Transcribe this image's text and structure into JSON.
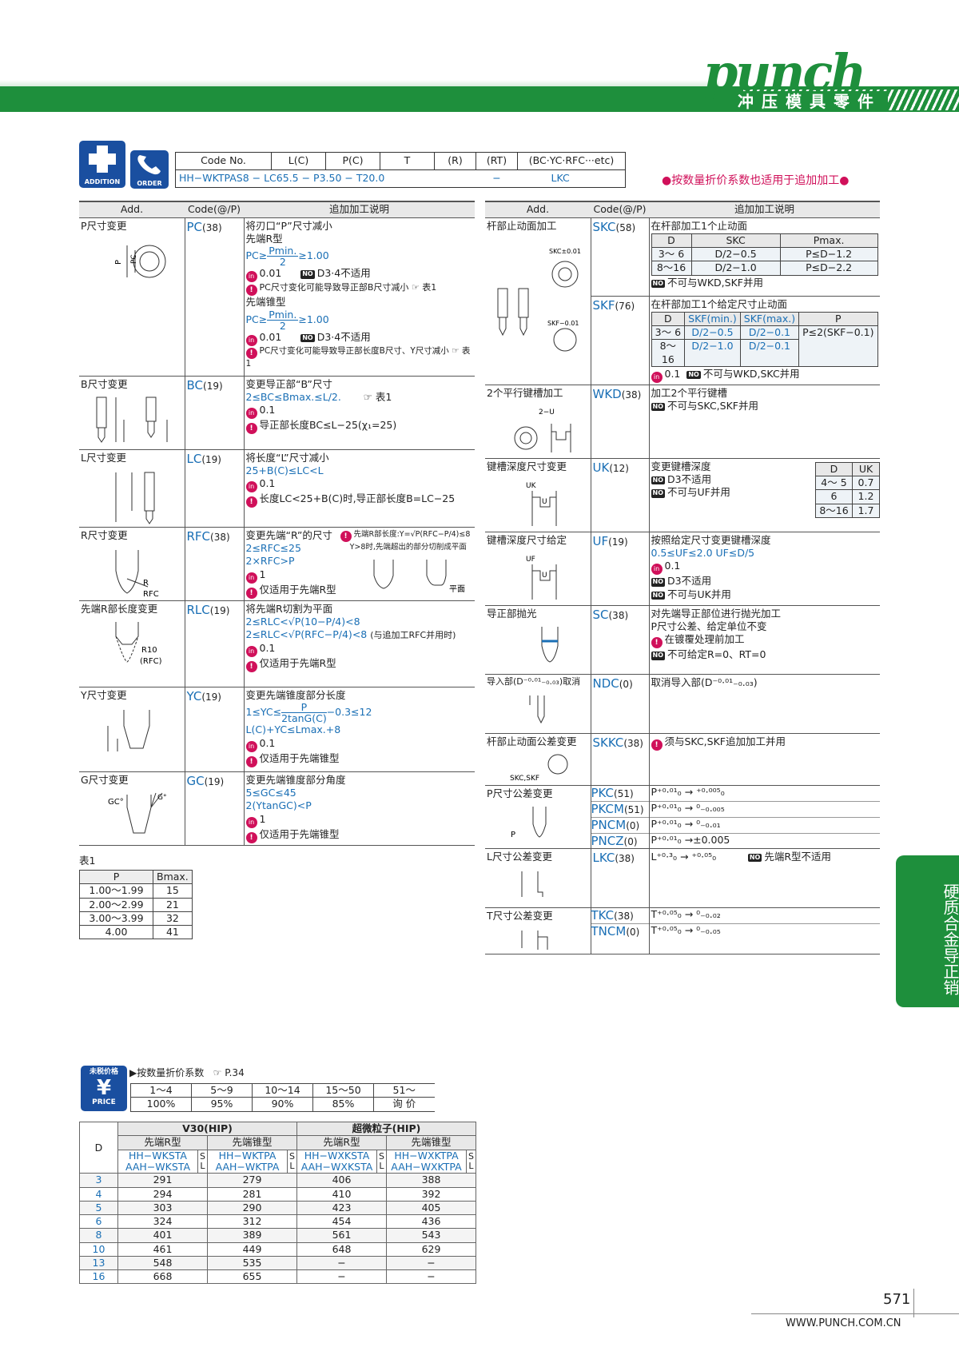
{
  "header": {
    "logo": "punch",
    "subtitle": "冲压模具零件"
  },
  "icons": {
    "addition": "ADDITION",
    "order": "ORDER"
  },
  "code_table": {
    "labels": [
      "Code No.",
      "L(C)",
      "P(C)",
      "T",
      "(R)",
      "(RT)",
      "(BC·YC·RFC···etc)"
    ],
    "example": [
      "HH−WKTPAS8 − LC65.5 −  P3.50 −  T20.0",
      "−",
      "LKC"
    ]
  },
  "note_top": "●按数量折价系数也适用于追加加工●",
  "headers": {
    "add": "Add.",
    "code": "Code(@/P)",
    "desc": "追加加工说明"
  },
  "left_rows": [
    {
      "add": "P尺寸变更",
      "code": "PC",
      "num": "(38)"
    },
    {
      "add": "B尺寸变更",
      "code": "BC",
      "num": "(19)"
    },
    {
      "add": "L尺寸变更",
      "code": "LC",
      "num": "(19)"
    },
    {
      "add": "R尺寸变更",
      "code": "RFC",
      "num": "(38)"
    },
    {
      "add": "先端R部长度变更",
      "code": "RLC",
      "num": "(19)"
    },
    {
      "add": "Y尺寸变更",
      "code": "YC",
      "num": "(19)"
    },
    {
      "add": "G尺寸变更",
      "code": "GC",
      "num": "(19)"
    }
  ],
  "pc": {
    "l1": "将刃口“P”尺寸减小",
    "l2": "先端R型",
    "f_pre": "PC≥",
    "f_top": "Pmin.",
    "f_bot": "2",
    "f_post": "≥1.00",
    "inc": "0.01",
    "no": "D3·4不适用",
    "w": "PC尺寸变化可能导致导正部B尺寸减小",
    "ref": "表1",
    "l3": "先端锥型",
    "w2": "PC尺寸变化可能导致导正部长度B尺寸、Y尺寸减小"
  },
  "bc": {
    "l1": "变更导正部“B”尺寸",
    "l2": "2≤BC≤Bmax.≤L/2.",
    "ref": "表1",
    "inc": "0.1",
    "w": "导正部长度BC≤L−25(χ₁=25)"
  },
  "lc": {
    "l1": "将长度“L”尺寸减小",
    "l2": "25+B(C)≤LC<L",
    "inc": "0.1",
    "w": "长度LC<25+B(C)时,导正部长度B=LC−25"
  },
  "rfc": {
    "l1": "变更先端“R”的尺寸",
    "note1": "先端R部长度:Y=√P(RFC−P/4)≤8",
    "note2": "Y>8时,先端超出的部分切削成平面",
    "l2": "2≤RFC≤25",
    "l3": "2×RFC>P",
    "inc": "1",
    "w": "仅适用于先端R型",
    "flat": "平面"
  },
  "rlc": {
    "l1": "将先端R切割为平面",
    "l2": "2≤RLC<√P(10−P/4)<8",
    "l3": "2≤RLC<√P(RFC−P/4)<8",
    "l3b": "(与追加工RFC并用时)",
    "inc": "0.1",
    "w": "仅适用于先端R型",
    "d1": "R10",
    "d2": "(RFC)"
  },
  "yc": {
    "l1": "变更先端锥度部分长度",
    "f_pre": "1≤YC≤",
    "f_top": "P",
    "f_bot": "2tanG(C)",
    "f_post": "−0.3≤12",
    "l3": "L(C)+YC≤Lmax.+8",
    "inc": "0.1",
    "w": "仅适用于先端锥型"
  },
  "gc": {
    "l1": "变更先端锥度部分角度",
    "l2": "5≤GC≤45",
    "l3": "2(YtanGC)<P",
    "inc": "1",
    "w": "仅适用于先端锥型"
  },
  "tbl1": {
    "title": "表1",
    "head": [
      "P",
      "Bmax."
    ],
    "rows": [
      [
        "1.00～1.99",
        "15"
      ],
      [
        "2.00～2.99",
        "21"
      ],
      [
        "3.00～3.99",
        "32"
      ],
      [
        "4.00",
        "41"
      ]
    ]
  },
  "right_rows": [
    {
      "add": "杆部止动面加工",
      "code": "SKC",
      "num": "(58)"
    },
    {
      "code": "SKF",
      "num": "(76)"
    },
    {
      "add": "2个平行键槽加工",
      "code": "WKD",
      "num": "(38)"
    },
    {
      "add": "键槽深度尺寸变更",
      "code": "UK",
      "num": "(12)"
    },
    {
      "add": "键槽深度尺寸给定",
      "code": "UF",
      "num": "(19)"
    },
    {
      "add": "导正部抛光",
      "code": "SC",
      "num": "(38)"
    },
    {
      "add": "导入部(D⁻⁰·⁰¹₋₀.₀₃)取消",
      "code": "NDC",
      "num": "(0)"
    },
    {
      "add": "杆部止动面公差变更",
      "code": "SKKC",
      "num": "(38)"
    },
    {
      "add": "P尺寸公差变更"
    },
    {
      "add": "L尺寸公差变更",
      "code": "LKC",
      "num": "(38)"
    },
    {
      "add": "T尺寸公差变更"
    }
  ],
  "skc": {
    "l1": "在杆部加工1个止动面",
    "head": [
      "D",
      "SKC",
      "Pmax."
    ],
    "rows": [
      [
        "3～ 6",
        "D/2−0.5",
        "P≤D−1.2"
      ],
      [
        "8～16",
        "D/2−1.0",
        "P≤D−2.2"
      ]
    ],
    "no": "不可与WKD,SKF并用"
  },
  "skf": {
    "l1": "在杆部加工1个给定尺寸止动面",
    "head": [
      "D",
      "SKF(min.)",
      "SKF(max.)",
      "P"
    ],
    "rows": [
      [
        "3～ 6",
        "D/2−0.5",
        "D/2−0.1"
      ],
      [
        "8～16",
        "D/2−1.0",
        "D/2−0.1"
      ]
    ],
    "p": "P≤2(SKF−0.1)",
    "inc": "0.1",
    "no": "不可与WKD,SKC并用"
  },
  "wkd": {
    "l1": "加工2个平行键槽",
    "no": "不可与SKC,SKF并用"
  },
  "uk": {
    "l1": "变更键槽深度",
    "no1": "D3不适用",
    "no2": "不可与UF并用",
    "head": [
      "D",
      "UK"
    ],
    "rows": [
      [
        "4～ 5",
        "0.7"
      ],
      [
        "6",
        "1.2"
      ],
      [
        "8～16",
        "1.7"
      ]
    ]
  },
  "uf": {
    "l1": "按照给定尺寸变更键槽深度",
    "l2": "0.5≤UF≤2.0    UF≤D/5",
    "inc": "0.1",
    "no1": "D3不适用",
    "no2": "不可与UK并用"
  },
  "sc": {
    "l1": "对先端导正部位进行抛光加工",
    "l2": "P尺寸公差、给定单位不变",
    "w": "在镀覆处理前加工",
    "no": "不可给定R=0、RT=0"
  },
  "ndc": {
    "l1": "取消导入部(D⁻⁰·⁰¹₋₀.₀₃)"
  },
  "skkc": {
    "w": "须与SKC,SKF追加加工并用"
  },
  "ptol": [
    {
      "code": "PKC",
      "num": "(51)",
      "v": "P⁺⁰·⁰¹₀ → ⁺⁰·⁰⁰⁵₀"
    },
    {
      "code": "PKCM",
      "num": "(51)",
      "v": "P⁺⁰·⁰¹₀ → ⁰₋₀.₀₀₅"
    },
    {
      "code": "PNCM",
      "num": "(0)",
      "v": "P⁺⁰·⁰¹₀ → ⁰₋₀.₀₁"
    },
    {
      "code": "PNCZ",
      "num": "(0)",
      "v": "P⁺⁰·⁰¹₀ →±0.005"
    }
  ],
  "lkc": {
    "v": "L⁺⁰·³₀  → ⁺⁰·⁰⁵₀",
    "no": "先端R型不适用"
  },
  "ttol": [
    {
      "code": "TKC",
      "num": "(38)",
      "v": "T⁺⁰·⁰⁵₀ → ⁰₋₀.₀₂"
    },
    {
      "code": "TNCM",
      "num": "(0)",
      "v": "T⁺⁰·⁰⁵₀ → ⁰₋₀.₀₅"
    }
  ],
  "side_tab": "硬质合金导正销",
  "price": {
    "badge_top": "未税价格",
    "badge_bot": "PRICE",
    "disc_label": "▶按数量折价系数",
    "disc_ref": "P.34",
    "qty": [
      "1～4",
      "5～9",
      "10～14",
      "15～50",
      "51～"
    ],
    "rate": [
      "100%",
      "95%",
      "90%",
      "85%",
      "询 价"
    ],
    "col_d": "D",
    "g1": "V30(HIP)",
    "g2": "超微粒子(HIP)",
    "sub": [
      "先端R型",
      "先端锥型",
      "先端R型",
      "先端锥型"
    ],
    "codes": [
      [
        "HH−WKSTA",
        "AAH−WKSTA"
      ],
      [
        "HH−WKTPA",
        "AAH−WKTPA"
      ],
      [
        "HH−WXKSTA",
        "AAH−WXKSTA"
      ],
      [
        "HH−WXKTPA",
        "AAH−WXKTPA"
      ]
    ],
    "sl": [
      "S",
      "L"
    ],
    "rows": [
      [
        "3",
        "291",
        "279",
        "406",
        "388"
      ],
      [
        "4",
        "294",
        "281",
        "410",
        "392"
      ],
      [
        "5",
        "303",
        "290",
        "423",
        "405"
      ],
      [
        "6",
        "324",
        "312",
        "454",
        "436"
      ],
      [
        "8",
        "401",
        "389",
        "561",
        "543"
      ],
      [
        "10",
        "461",
        "449",
        "648",
        "629"
      ],
      [
        "13",
        "548",
        "535",
        "−",
        "−"
      ],
      [
        "16",
        "668",
        "655",
        "−",
        "−"
      ]
    ]
  },
  "page_number": "571",
  "url": "WWW.PUNCH.COM.CN"
}
